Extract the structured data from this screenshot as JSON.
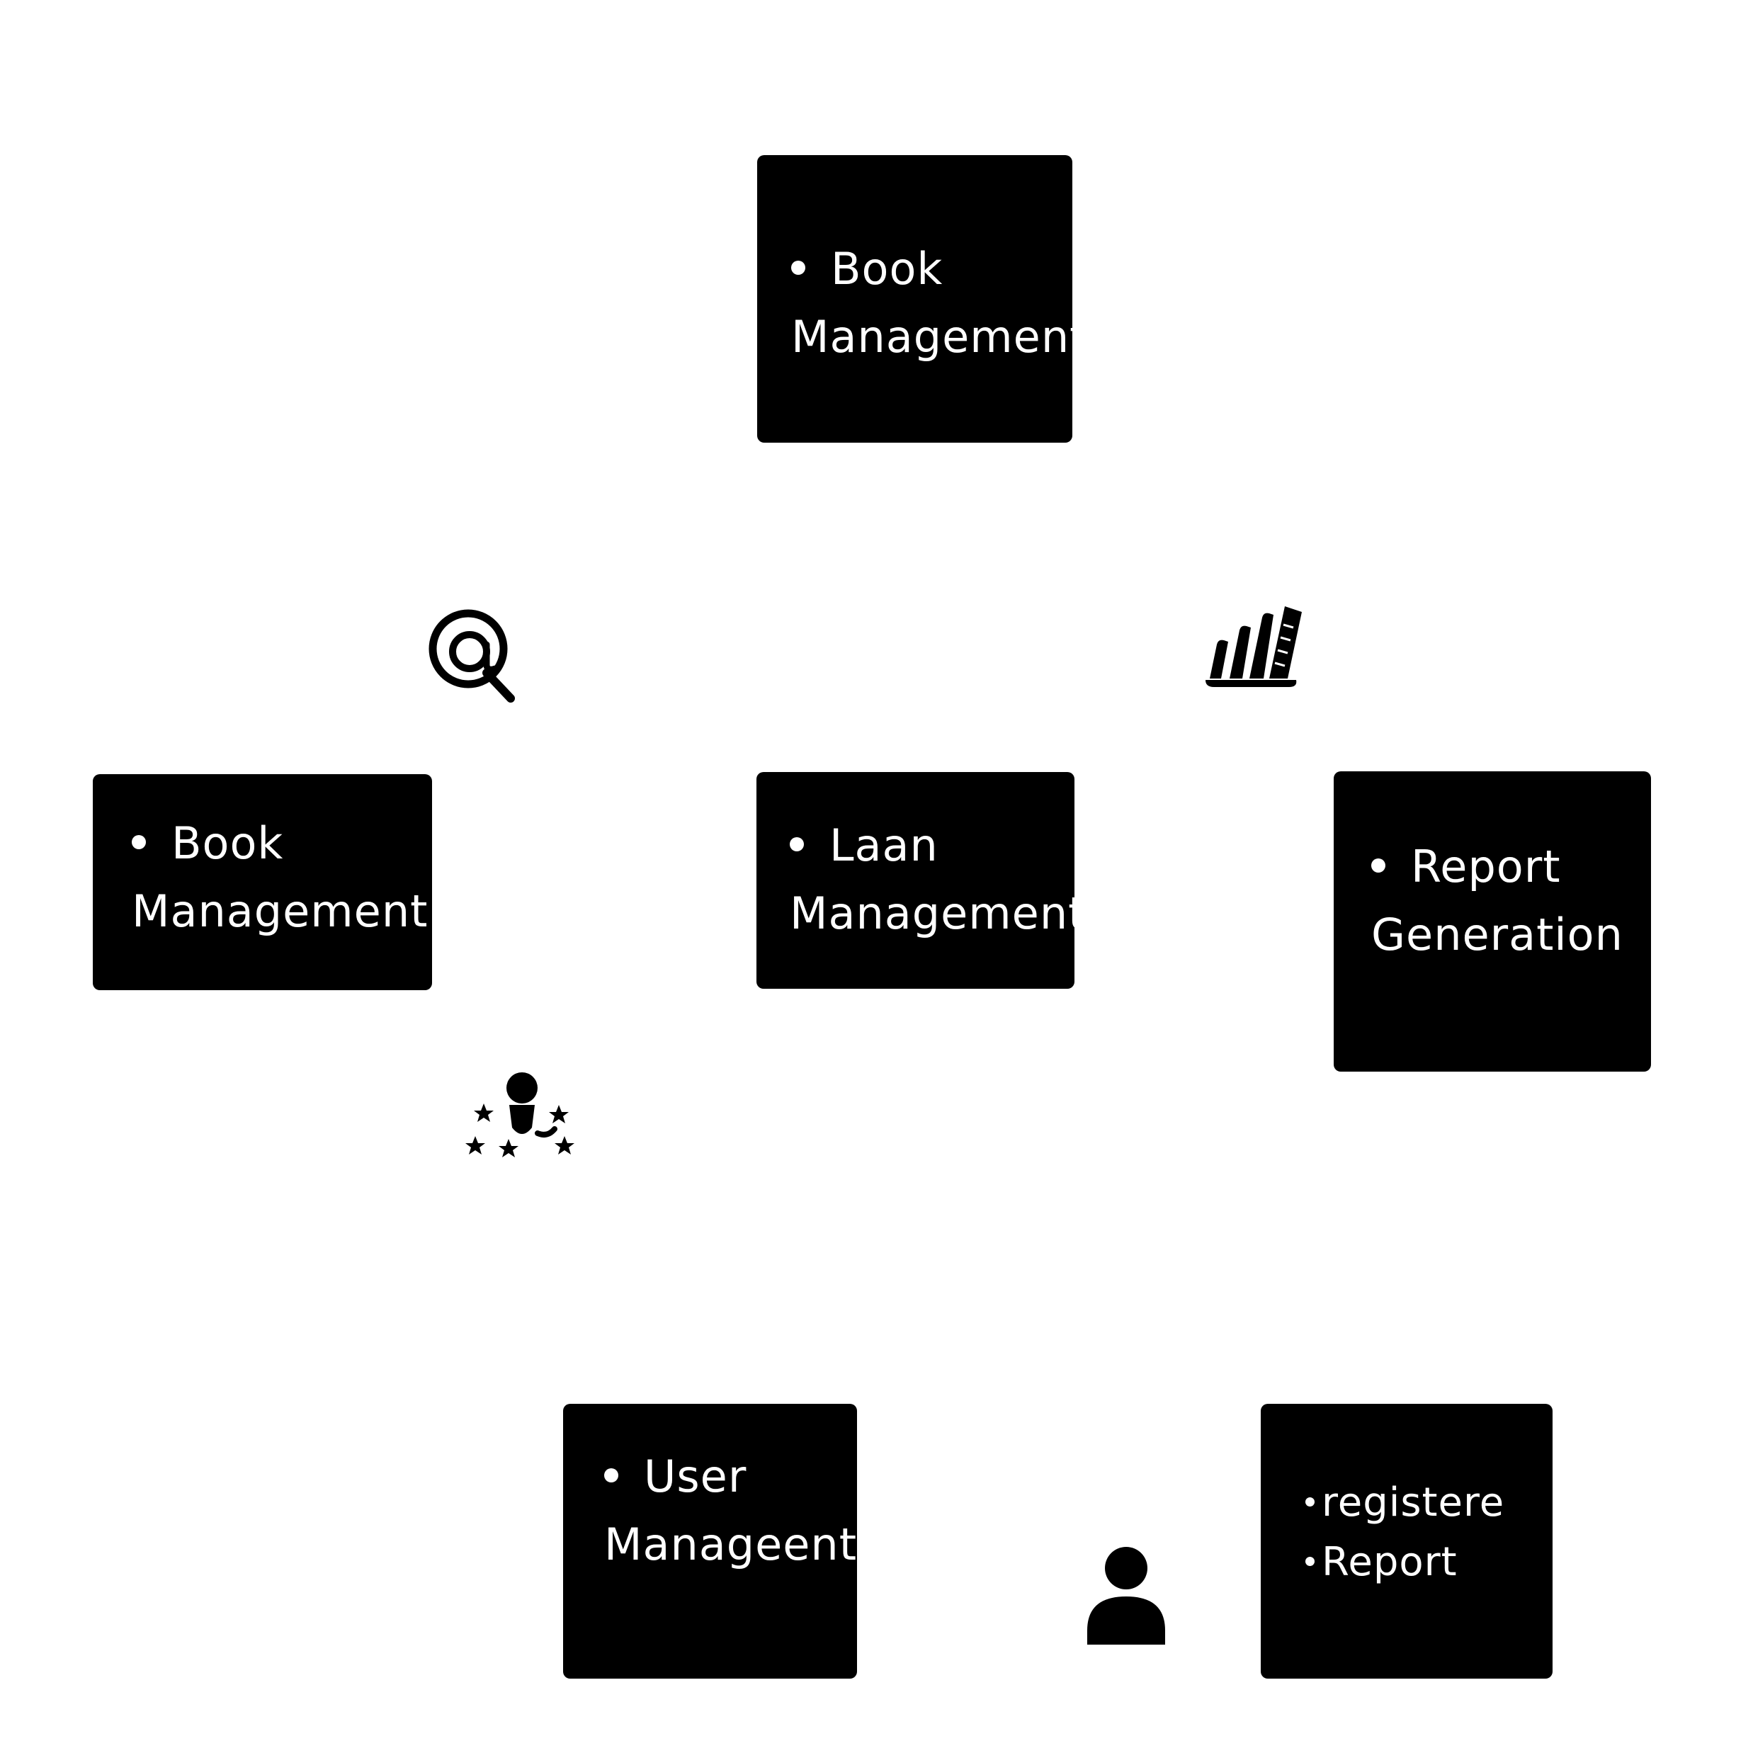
{
  "colors": {
    "background": "#ffffff",
    "box_fill": "#000000",
    "box_text": "#ffffff",
    "icon": "#000000"
  },
  "boxes": {
    "top": {
      "line1": "Book",
      "line2": "Management"
    },
    "left": {
      "line1": "Book",
      "line2": "Management"
    },
    "center": {
      "line1": "Laan",
      "line2": "Management"
    },
    "right": {
      "line1": "Report",
      "line2": "Generation"
    },
    "bottom_left": {
      "line1": "User",
      "line2": "Manageent"
    },
    "bottom_right": {
      "line1": "registere",
      "line2": "Report"
    }
  },
  "icons": [
    "search-icon",
    "bar-chart-icon",
    "user-rating-icon",
    "person-icon"
  ]
}
